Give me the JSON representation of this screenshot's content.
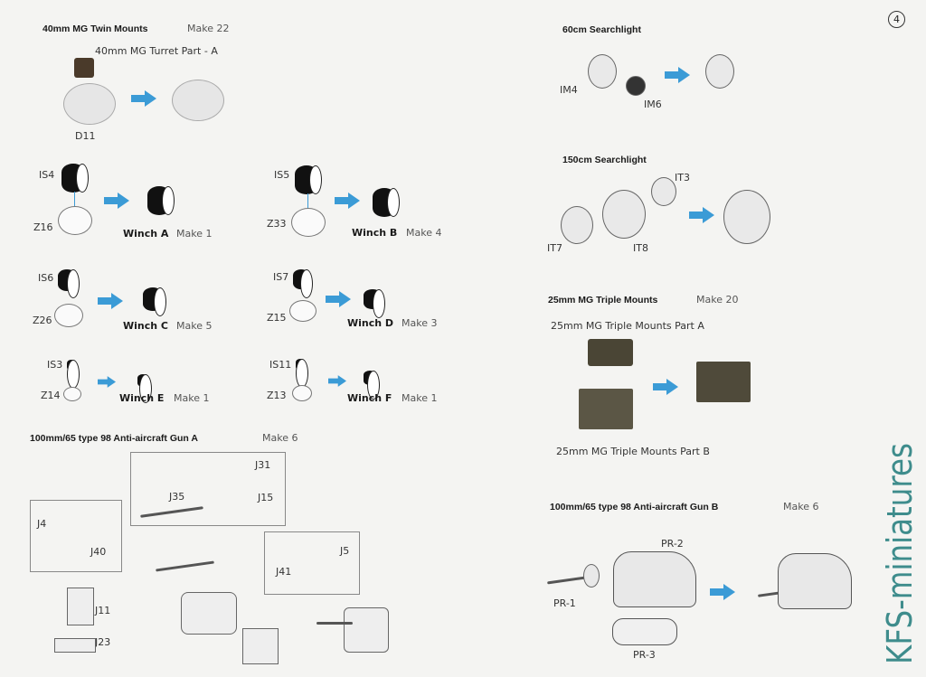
{
  "page_number": "4",
  "watermark": "KFS-miniatures",
  "colors": {
    "arrow": "#3b9bd6",
    "watermark": "#3e8c8c"
  },
  "sections": {
    "mg40": {
      "title": "40mm MG Twin Mounts",
      "make": "Make 22",
      "subpart": "40mm MG Turret Part - A",
      "part": "D11"
    },
    "winch_a": {
      "name": "Winch A",
      "make": "Make 1",
      "parts": [
        "IS4",
        "Z16"
      ]
    },
    "winch_b": {
      "name": "Winch B",
      "make": "Make 4",
      "parts": [
        "IS5",
        "Z33"
      ]
    },
    "winch_c": {
      "name": "Winch C",
      "make": "Make 5",
      "parts": [
        "IS6",
        "Z26"
      ]
    },
    "winch_d": {
      "name": "Winch D",
      "make": "Make 3",
      "parts": [
        "IS7",
        "Z15"
      ]
    },
    "winch_e": {
      "name": "Winch E",
      "make": "Make 1",
      "parts": [
        "IS3",
        "Z14"
      ]
    },
    "winch_f": {
      "name": "Winch F",
      "make": "Make 1",
      "parts": [
        "IS11",
        "Z13"
      ]
    },
    "gun_a": {
      "title": "100mm/65 type 98 Anti-aircraft Gun A",
      "make": "Make 6",
      "parts": [
        "J31",
        "J35",
        "J15",
        "J4",
        "J40",
        "J5",
        "J41",
        "J11",
        "J23"
      ]
    },
    "sl60": {
      "title": "60cm Searchlight",
      "parts": [
        "IM4",
        "IM6"
      ]
    },
    "sl150": {
      "title": "150cm Searchlight",
      "parts": [
        "IT3",
        "IT7",
        "IT8"
      ]
    },
    "mg25": {
      "title": "25mm MG Triple Mounts",
      "make": "Make 20",
      "part_a": "25mm MG Triple Mounts Part A",
      "part_b": "25mm MG Triple Mounts Part B"
    },
    "gun_b": {
      "title": "100mm/65 type 98 Anti-aircraft Gun B",
      "make": "Make 6",
      "parts": [
        "PR-2",
        "PR-1",
        "PR-3"
      ]
    }
  }
}
